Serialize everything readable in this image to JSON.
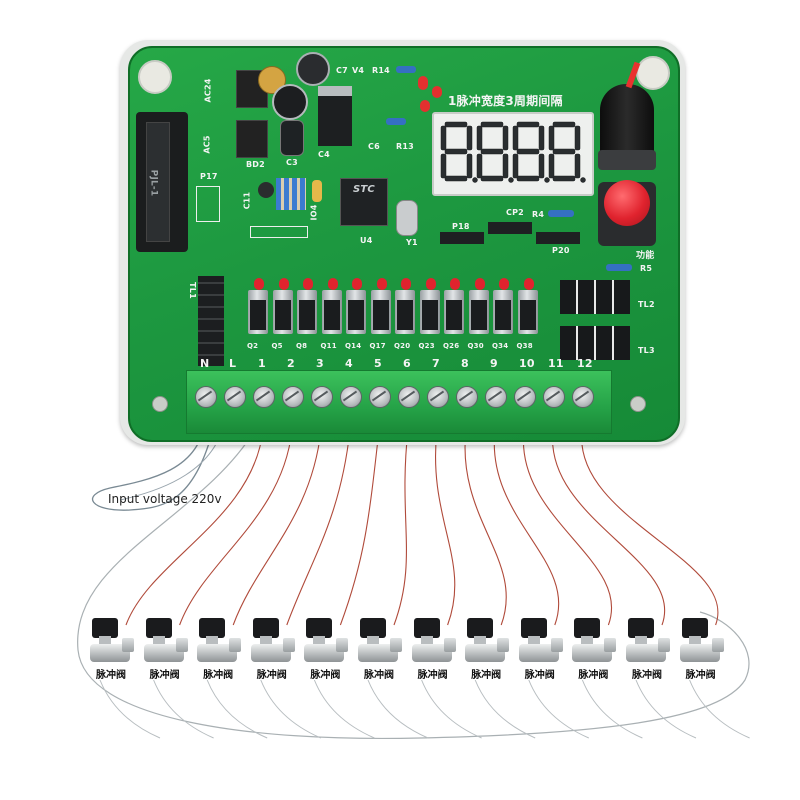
{
  "board": {
    "silkscreen": {
      "header_text": "1脉冲宽度3周期间隔",
      "ac24": "AC24",
      "ac5": "AC5",
      "p17": "P17",
      "bd2": "BD2",
      "c3": "C3",
      "c4": "C4",
      "c6": "C6",
      "c7": "C7",
      "v4_top": "V4",
      "r14": "R14",
      "r13": "R13",
      "c11": "C11",
      "io4": "IO4",
      "u4": "U4",
      "y1": "Y1",
      "p18": "P18",
      "cp2": "CP2",
      "r4": "R4",
      "p20": "P20",
      "func": "功能",
      "r5": "R5",
      "tl1": "TL1",
      "tl2": "TL2",
      "tl3": "TL3",
      "chip_brand": "STC",
      "connector_text": "PJL-1"
    },
    "display_digits": "8.8.8.8",
    "transistor_labels": [
      "Q2",
      "Q5",
      "Q8",
      "Q11",
      "Q14",
      "Q17",
      "Q20",
      "Q23",
      "Q26",
      "Q30",
      "Q34",
      "Q38"
    ],
    "terminal_labels": [
      "N",
      "L",
      "1",
      "2",
      "3",
      "4",
      "5",
      "6",
      "7",
      "8",
      "9",
      "10",
      "11",
      "12"
    ]
  },
  "input_label": "Input voltage 220v",
  "valves": {
    "label": "脉冲阀",
    "count": 12
  },
  "colors": {
    "pcb_green": "#1f9a3d",
    "pcb_dark": "#137a2c",
    "terminal_green": "#2bb24c",
    "wire": "#b04a3a",
    "display_bg": "#eef0ee",
    "knob": "#1b1b1b",
    "button_red": "#e0232e"
  }
}
